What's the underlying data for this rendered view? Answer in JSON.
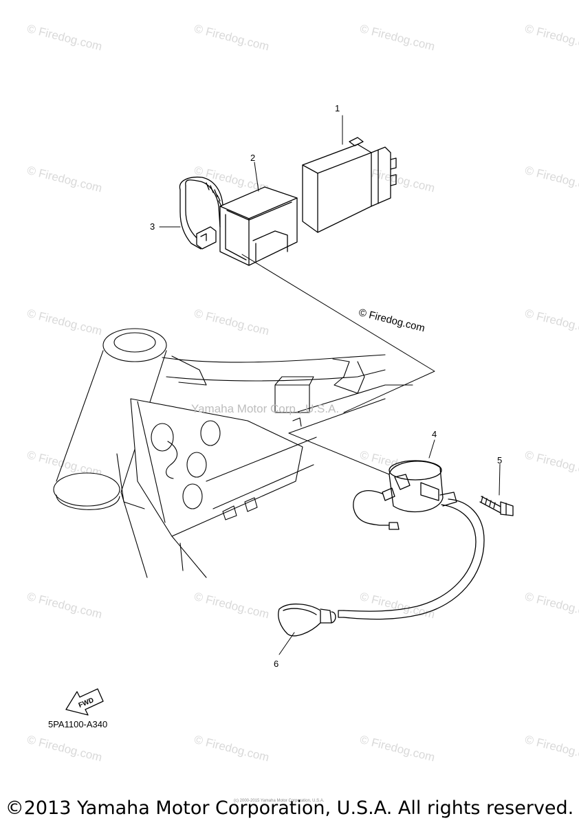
{
  "watermark_text": "© Firedog.com",
  "callouts": {
    "c1": "1",
    "c2": "2",
    "c3": "3",
    "c4": "4",
    "c5": "5",
    "c6": "6"
  },
  "firedog_label": "© Firedog.com",
  "corp_watermark": "Yamaha Motor Corp., U.S.A.",
  "diagram_code": "5PA1100-A340",
  "fwd_label": "FWD",
  "small_copyright": "(c) 2000-2015 Yamaha Motor Corporation, U.S.A.",
  "copyright": "©2013 Yamaha Motor Corporation, U.S.A. All rights reserved."
}
